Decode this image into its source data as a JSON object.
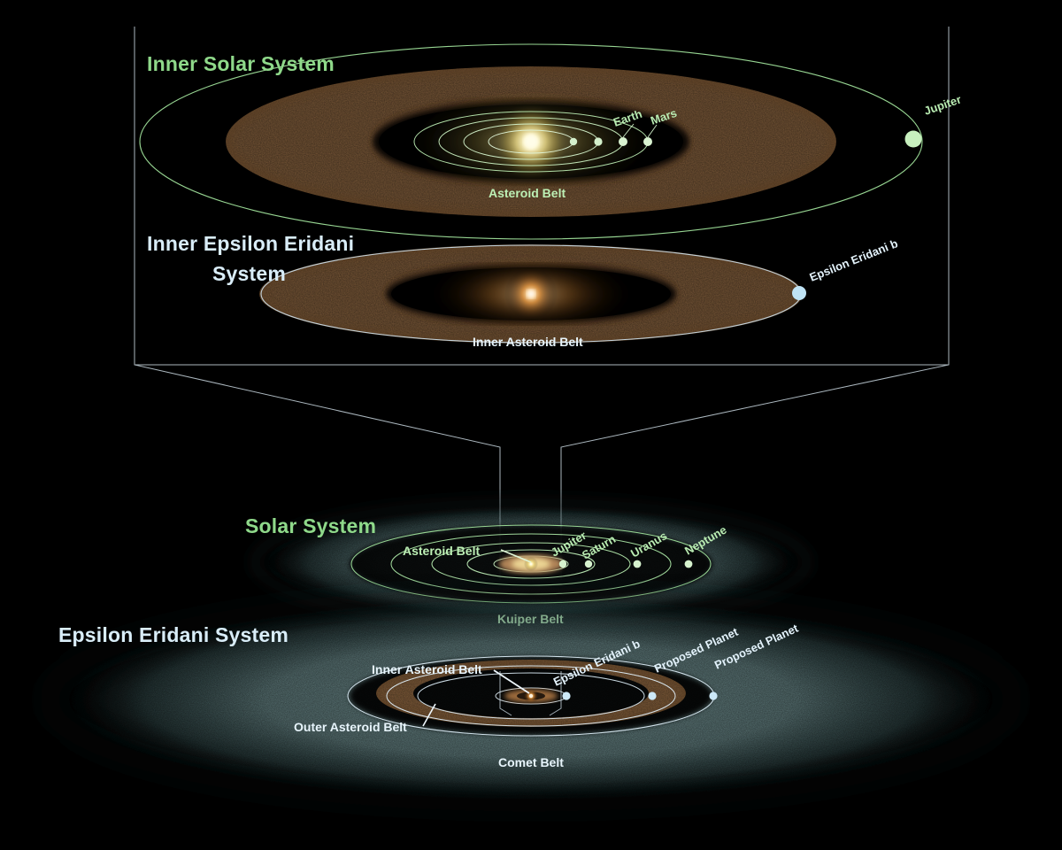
{
  "figure": {
    "background_color": "#000000",
    "panels": [
      {
        "id": "inner-solar-system",
        "title": "Inner Solar System",
        "accent_color": "#8fd98a",
        "star_color": "#fff7c0",
        "belts": [
          {
            "label": "Asteroid Belt",
            "color": "#a87a4e"
          }
        ],
        "bodies": [
          {
            "label": "Earth",
            "color": "#cdf0c5"
          },
          {
            "label": "Mars",
            "color": "#cdf0c5"
          },
          {
            "label": "Jupiter",
            "color": "#c8efc0"
          }
        ]
      },
      {
        "id": "inner-epsilon-eridani-system",
        "title_line1": "Inner Epsilon Eridani",
        "title_line2": "System",
        "accent_color": "#cfe4f2",
        "star_color": "#ffb256",
        "belts": [
          {
            "label": "Inner Asteroid Belt",
            "color": "#a87a4e"
          }
        ],
        "bodies": [
          {
            "label": "Epsilon Eridani b",
            "color": "#bfe3f5"
          }
        ]
      },
      {
        "id": "solar-system",
        "title": "Solar System",
        "accent_color": "#8fd98a",
        "halo_color": "#6d8c8d",
        "belts": [
          {
            "label": "Asteroid Belt",
            "color": "#c7976a"
          },
          {
            "label": "Kuiper Belt",
            "color": "#6d8c8d"
          }
        ],
        "bodies": [
          {
            "label": "Jupiter",
            "color": "#cdf0c5"
          },
          {
            "label": "Saturn",
            "color": "#cdf0c5"
          },
          {
            "label": "Uranus",
            "color": "#cdf0c5"
          },
          {
            "label": "Neptune",
            "color": "#cdf0c5"
          }
        ]
      },
      {
        "id": "epsilon-eridani-system",
        "title": "Epsilon Eridani System",
        "accent_color": "#dff0fa",
        "halo_color": "#6d8c8d",
        "belts": [
          {
            "label": "Inner Asteroid Belt",
            "color": "#b4804f"
          },
          {
            "label": "Outer Asteroid Belt",
            "color": "#b4804f"
          },
          {
            "label": "Comet Belt",
            "color": "#6d8c8d"
          }
        ],
        "bodies": [
          {
            "label": "Epsilon Eridani b",
            "color": "#cde9f8"
          },
          {
            "label": "Proposed Planet",
            "color": "#cde9f8"
          },
          {
            "label": "Proposed Planet",
            "color": "#cde9f8"
          }
        ]
      }
    ],
    "callout": {
      "description": "zoom lines from inner-system panel to the compact systems below",
      "line_color": "#c9d7e0"
    }
  },
  "labels": {
    "inner_solar_system_title": "Inner Solar System",
    "inner_epsilon_title_1": "Inner Epsilon Eridani",
    "inner_epsilon_title_2": "System",
    "solar_system_title": "Solar System",
    "epsilon_eridani_title": "Epsilon Eridani System",
    "asteroid_belt": "Asteroid Belt",
    "inner_asteroid_belt": "Inner Asteroid Belt",
    "outer_asteroid_belt": "Outer Asteroid Belt",
    "kuiper_belt": "Kuiper Belt",
    "comet_belt": "Comet Belt",
    "earth": "Earth",
    "mars": "Mars",
    "jupiter": "Jupiter",
    "saturn": "Saturn",
    "uranus": "Uranus",
    "neptune": "Neptune",
    "epsilon_eridani_b": "Epsilon Eridani b",
    "proposed_planet_1": "Proposed Planet",
    "proposed_planet_2": "Proposed Planet",
    "solar_jupiter": "Jupiter",
    "solar_asteroid_belt": "Asteroid Belt",
    "ee_inner_asteroid_belt": "Inner Asteroid Belt",
    "ee_outer_asteroid_belt": "Outer Asteroid Belt",
    "ee_epsilon_eridani_b": "Epsilon Eridani b"
  }
}
